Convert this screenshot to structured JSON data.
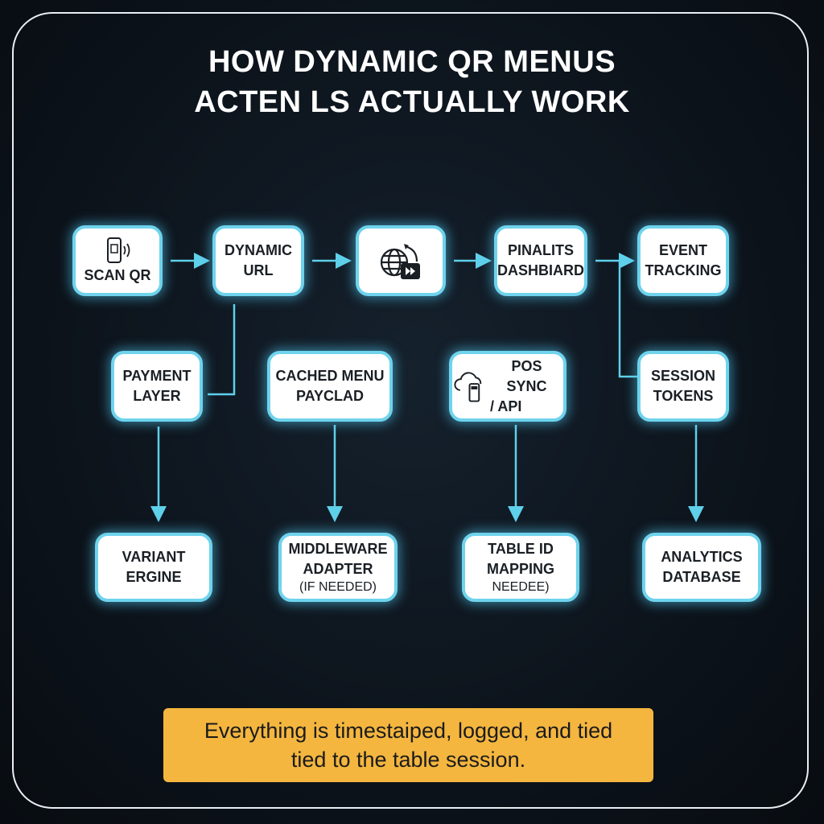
{
  "title": {
    "line1": "HOW DYNAMIC QR MENUS",
    "line2": "ACTEN LS ACTUALLY WORK"
  },
  "nodes": {
    "scan_qr": {
      "label": "SCAN QR",
      "icon": "phone-nfc-icon"
    },
    "dynamic_url": {
      "line1": "DYNAMIC",
      "line2": "URL"
    },
    "redirect": {
      "icon": "globe-forward-icon"
    },
    "dashboard": {
      "line1": "PINALITS",
      "line2": "DASHBIARD"
    },
    "event_tracking": {
      "line1": "EVENT",
      "line2": "TRACKING"
    },
    "payment_layer": {
      "line1": "PAYMENT",
      "line2": "LAYER"
    },
    "cached_menu": {
      "line1": "CACHED MENU",
      "line2": "PAYCLAD"
    },
    "pos_sync": {
      "line1": "POS SYNC",
      "line2": "/ API",
      "icon": "cloud-phone-icon"
    },
    "session_tokens": {
      "line1": "SESSION",
      "line2": "TOKENS"
    },
    "variant_engine": {
      "line1": "VARIANT",
      "line2": "ERGINE"
    },
    "middleware": {
      "line1": "MIDDLEWARE",
      "line2": "ADAPTER",
      "line3": "(IF NEEDED)"
    },
    "table_id": {
      "line1": "TABLE ID",
      "line2": "MAPPING",
      "line3": "NEEDEE)"
    },
    "analytics_db": {
      "line1": "ANALYTICS",
      "line2": "DATABASE"
    }
  },
  "banner": {
    "line1": "Everything is timestaiped, logged, and tied",
    "line2": "tied to the table session."
  },
  "colors": {
    "accent": "#6fd3ec",
    "banner": "#f4b63f",
    "background": "#0b1016"
  }
}
